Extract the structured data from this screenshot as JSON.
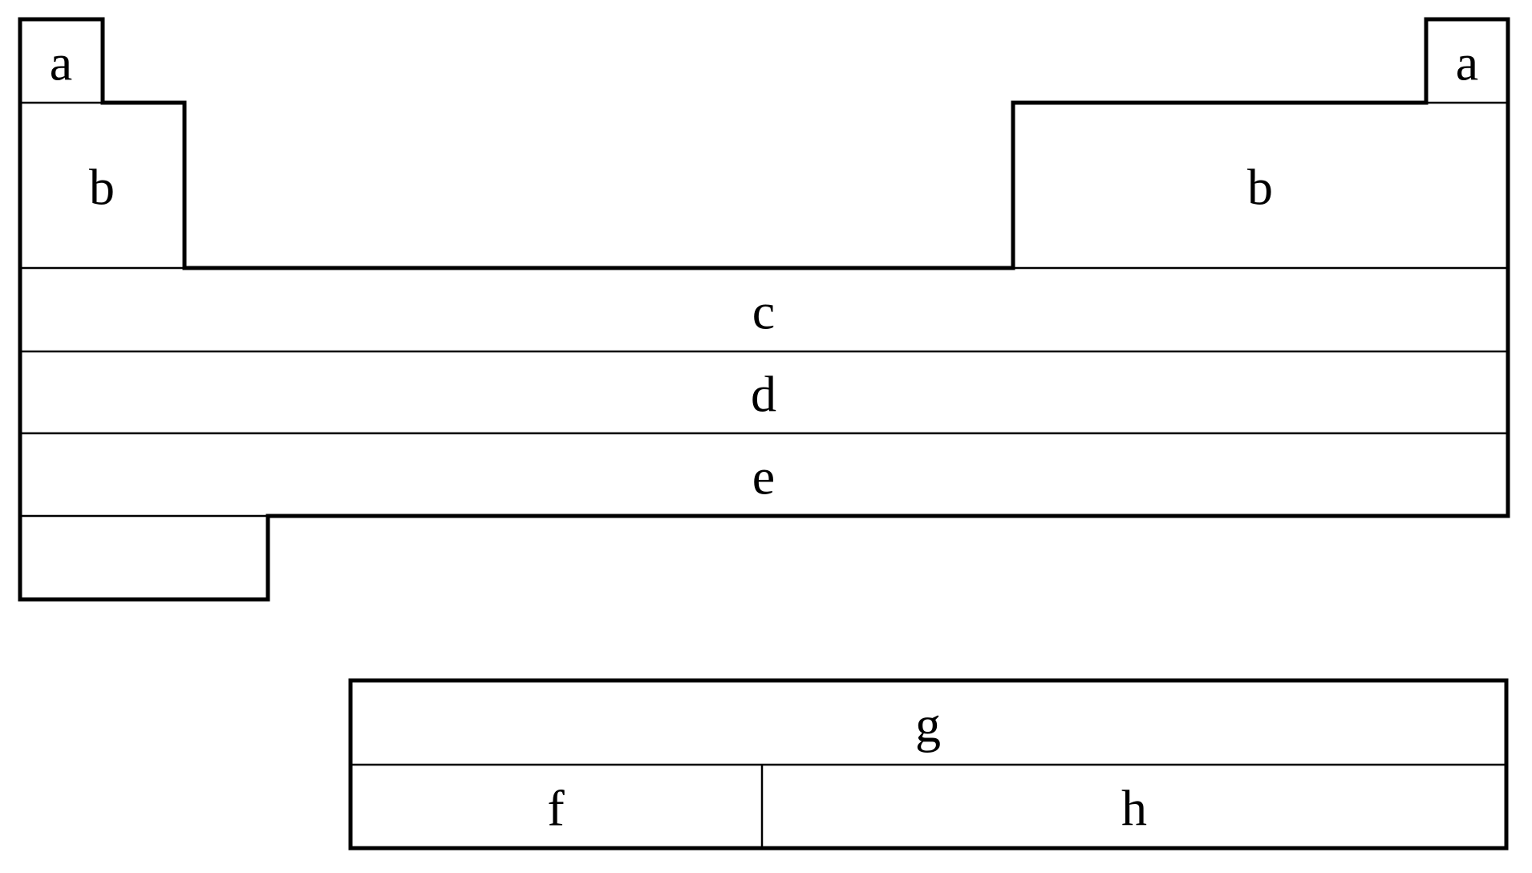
{
  "diagram": {
    "labels": {
      "a_left": "a",
      "b_left": "b",
      "a_right": "a",
      "b_right": "b",
      "row_c": "c",
      "row_d": "d",
      "row_e": "e",
      "bottom_table_row_g": "g",
      "bottom_table_cell_f": "f",
      "bottom_table_cell_h": "h"
    },
    "colors": {
      "line": "#000000",
      "background": "#ffffff"
    }
  }
}
